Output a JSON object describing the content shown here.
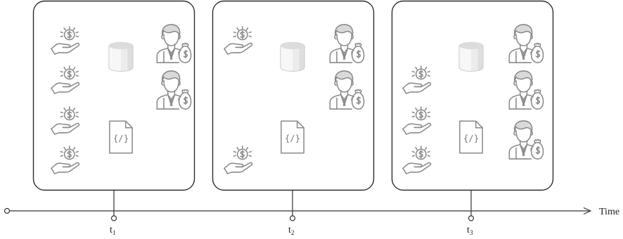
{
  "timeline": {
    "axis_label": "Time"
  },
  "ticks": [
    {
      "base": "t",
      "sub": "1"
    },
    {
      "base": "t",
      "sub": "2"
    },
    {
      "base": "t",
      "sub": "3"
    }
  ],
  "snapshots": [
    {
      "coin_hands": 4,
      "investors": 2,
      "database": true,
      "contract": true
    },
    {
      "coin_hands": 2,
      "investors": 2,
      "database": true,
      "contract": true
    },
    {
      "coin_hands": 3,
      "investors": 3,
      "database": true,
      "contract": true
    }
  ],
  "icons": {
    "coin_hand": "hand-coin-icon",
    "investor": "investor-moneybag-icon",
    "database": "database-icon",
    "contract": "code-file-icon"
  },
  "colors": {
    "stroke": "#333333",
    "icon": "#8a8a8a",
    "icon_fill": "#e6e6e6"
  }
}
